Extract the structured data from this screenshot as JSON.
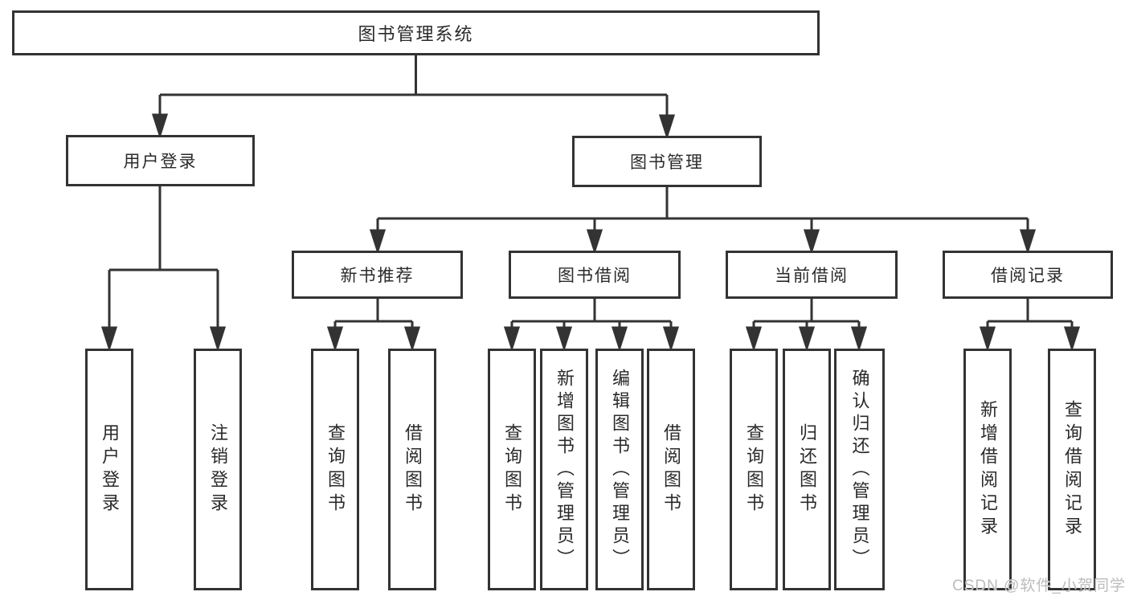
{
  "diagram": {
    "root": {
      "label": "图书管理系统"
    },
    "level2": [
      {
        "label": "用户登录"
      },
      {
        "label": "图书管理"
      }
    ],
    "level3": [
      {
        "label": "新书推荐"
      },
      {
        "label": "图书借阅"
      },
      {
        "label": "当前借阅"
      },
      {
        "label": "借阅记录"
      }
    ],
    "leaves": {
      "user_login": [
        "用户登录",
        "注销登录"
      ],
      "new_book": [
        "查询图书",
        "借阅图书"
      ],
      "book_borrow": [
        "查询图书",
        "新增图书（管理员）",
        "编辑图书（管理员）",
        "借阅图书"
      ],
      "current_borrow": [
        "查询图书",
        "归还图书",
        "确认归还（管理员）"
      ],
      "borrow_records": [
        "新增借阅记录",
        "查询借阅记录"
      ]
    },
    "colors": {
      "line": "#333333",
      "text": "#2a2a2a",
      "background": "#ffffff",
      "watermark": "#bcbcbc"
    }
  },
  "watermark": {
    "text": "CSDN @软件_小贺同学"
  }
}
